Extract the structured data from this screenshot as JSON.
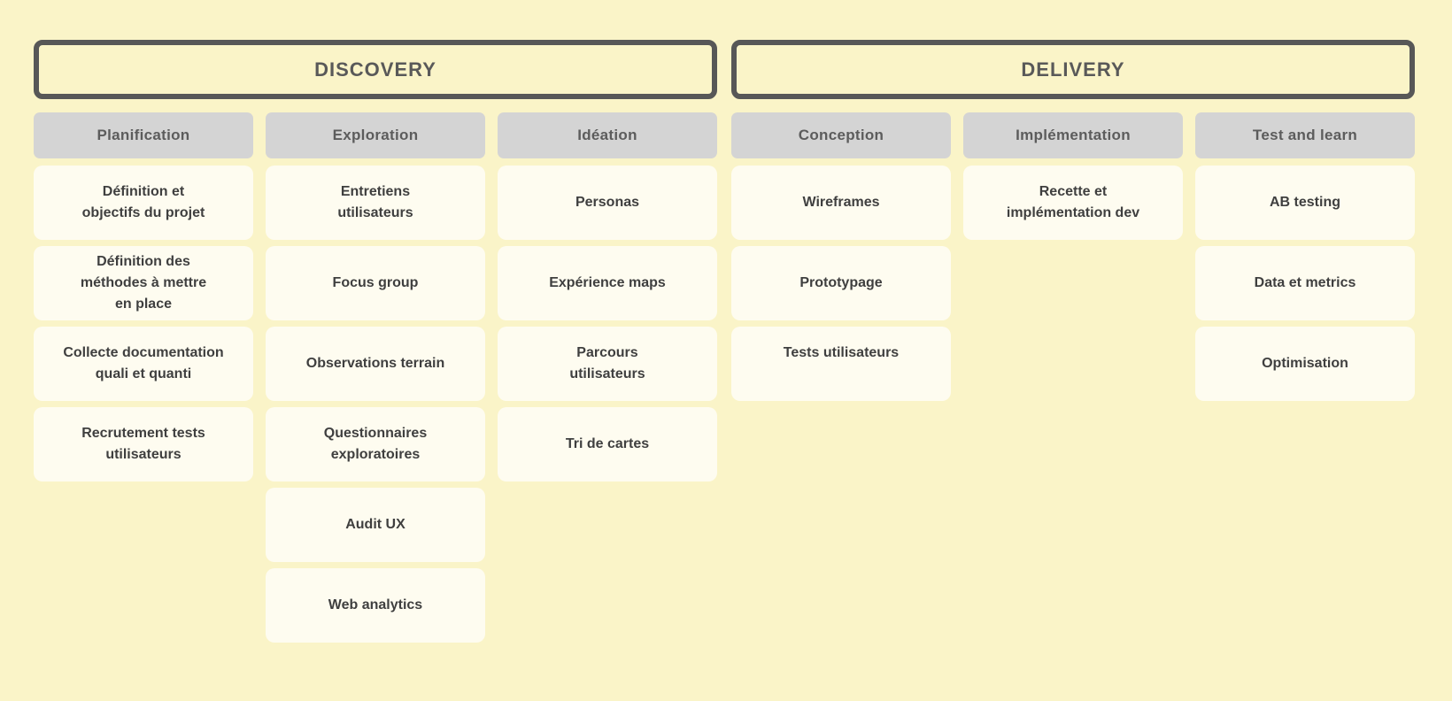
{
  "palette": {
    "page_background": "#FAF4C8",
    "card_background": "#FEFCF0",
    "column_header_background": "#D4D4D4",
    "border_dark": "#575757",
    "text_dark": "#3F3F3F",
    "text_gray": "#5C5C5C"
  },
  "groups": [
    {
      "title": "DISCOVERY",
      "columns": [
        {
          "label": "Planification",
          "cards": [
            "Définition et\nobjectifs du projet",
            "Définition des\nméthodes à mettre\nen place",
            "Collecte documentation\nquali et quanti",
            "Recrutement tests\nutilisateurs"
          ]
        },
        {
          "label": "Exploration",
          "cards": [
            "Entretiens\nutilisateurs",
            "Focus group",
            "Observations terrain",
            "Questionnaires\nexploratoires",
            "Audit UX",
            "Web analytics"
          ]
        },
        {
          "label": "Idéation",
          "cards": [
            "Personas",
            "Expérience maps",
            "Parcours\nutilisateurs",
            "Tri de cartes"
          ]
        }
      ]
    },
    {
      "title": "DELIVERY",
      "columns": [
        {
          "label": "Conception",
          "cards": [
            "Wireframes",
            "Prototypage",
            "Tests utilisateurs"
          ]
        },
        {
          "label": "Implémentation",
          "cards": [
            "Recette et\nimplémentation dev"
          ]
        },
        {
          "label": "Test and learn",
          "cards": [
            "AB testing",
            "Data et metrics",
            "Optimisation"
          ]
        }
      ]
    }
  ]
}
